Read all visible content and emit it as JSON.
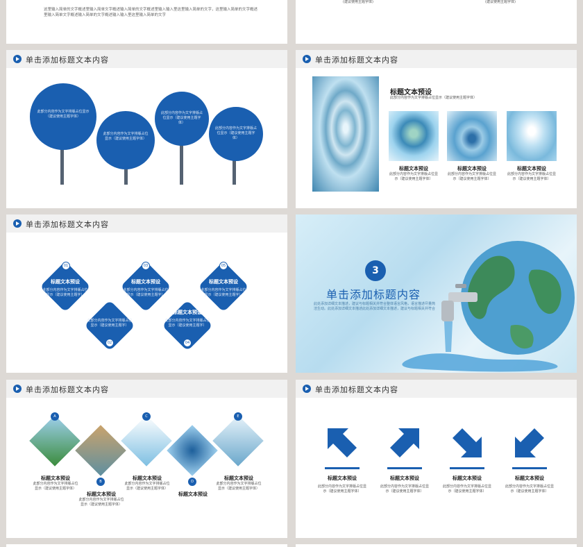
{
  "top_left_text": "这里输入简单的文字概述里输入简单文字概述输入简单的文字概述里输入输入里这里输入简单的文字，这里输入简单的文字概述里输入简单文字概述输入简单的文字概述输入输入里这里输入简单的文字",
  "top_right_text": "(建议使用主题字体)",
  "header_title": "单击添加标题文本内容",
  "colors": {
    "primary": "#1a5fb0",
    "light_blue": "#bfe0f0",
    "gray_bg": "#ddd9d5"
  },
  "tree_slide": {
    "trees": [
      {
        "text": "此部分内容作为文字排版占位显示（建议使用主题字体）"
      },
      {
        "text": "此部分内容作为文字排版占位显示（建议使用主题字体）"
      },
      {
        "text": "此部分内容作为文字排版占位显示（建议使用主题字体）"
      },
      {
        "text": "此部分内容作为文字排版占位显示（建议使用主题字体）"
      }
    ]
  },
  "water_slide": {
    "title": "标题文本预设",
    "subtitle": "此部分内容作为文字排版占位显示（建议使用主题字体）",
    "items": [
      {
        "title": "标题文本预设",
        "text": "此部分内容作为文字排版占位显示（建议使用主题字体）"
      },
      {
        "title": "标题文本预设",
        "text": "此部分内容作为文字排版占位显示（建议使用主题字体）"
      },
      {
        "title": "标题文本预设",
        "text": "此部分内容作为文字排版占位显示（建议使用主题字体）"
      }
    ]
  },
  "diamond_slide": {
    "items": [
      {
        "num": "01",
        "title": "标题文本预设",
        "text": "此部分内容作为文字排版占位显示（建议使用主题字）"
      },
      {
        "num": "02",
        "title": "",
        "text": "此部分内容作为文字排版占位显示（建议使用主题字）"
      },
      {
        "num": "03",
        "title": "标题文本预设",
        "text": "此部分内容作为文字排版占位显示（建议使用主题字）"
      },
      {
        "num": "04",
        "title": "标题文本预设",
        "text": "此部分内容作为文字排版占位显示（建议使用主题字）"
      },
      {
        "num": "05",
        "title": "标题文本预设",
        "text": "此部分内容作为文字排版占位显示（建议使用主题字）"
      }
    ]
  },
  "section_slide": {
    "number": "3",
    "title": "单击添加标题内容",
    "text": "此处添加详细文本描述，建议与标题相关并符合整体语言风格，语言描述尽量简洁生动。此处添加详细文本描述此处添加详细文本描述，建议与标题相关并符合"
  },
  "photo_diamond_slide": {
    "items": [
      {
        "letter": "A",
        "title": "标题文本预设",
        "text": "此部分内容作为文字排版占位显示（建议使用主题字体）"
      },
      {
        "letter": "B",
        "title": "标题文本预设",
        "text": "此部分内容作为文字排版占位显示（建议使用主题字体）"
      },
      {
        "letter": "C",
        "title": "标题文本预设",
        "text": "此部分内容作为文字排版占位显示（建议使用主题字体）"
      },
      {
        "letter": "D",
        "title": "标题文本预设",
        "text": ""
      },
      {
        "letter": "E",
        "title": "标题文本预设",
        "text": "此部分内容作为文字排版占位显示（建议使用主题字体）"
      }
    ]
  },
  "arrow_slide": {
    "items": [
      {
        "title": "标题文本预设",
        "text": "此部分内容作为文字排版占位显示（建议使用主题字体）"
      },
      {
        "title": "标题文本预设",
        "text": "此部分内容作为文字排版占位显示（建议使用主题字体）"
      },
      {
        "title": "标题文本预设",
        "text": "此部分内容作为文字排版占位显示（建议使用主题字体）"
      },
      {
        "title": "标题文本预设",
        "text": "此部分内容作为文字排版占位显示（建议使用主题字体）"
      }
    ]
  }
}
